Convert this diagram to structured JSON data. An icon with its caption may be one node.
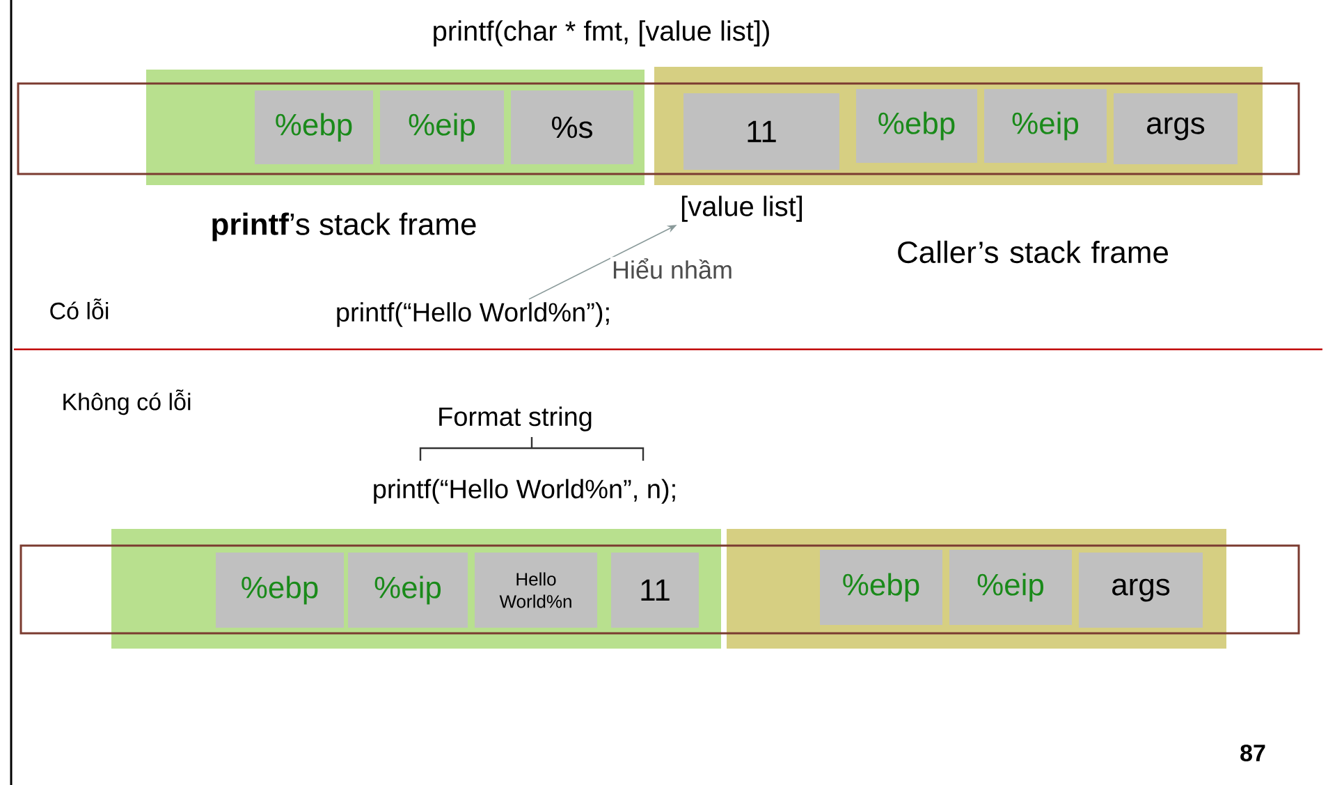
{
  "diagram": {
    "title": "printf(char * fmt, [value list])",
    "nodes": [
      {
        "text": [
          "%ebp"
        ]
      },
      {
        "text": [
          "%eip"
        ]
      },
      {
        "text": [
          "%s"
        ]
      },
      {
        "text": [
          "11"
        ]
      },
      {
        "text": [
          "%ebp"
        ]
      },
      {
        "text": [
          "%eip"
        ]
      },
      {
        "text": [
          "args"
        ]
      },
      {
        "text": [
          "[value list]"
        ]
      },
      {
        "text": [
          "printf(“Hello World%n”);"
        ]
      },
      {
        "text": [
          "%ebp"
        ]
      },
      {
        "text": [
          "%eip"
        ]
      },
      {
        "text": [
          "Hello World%n"
        ]
      },
      {
        "text": [
          "11"
        ]
      },
      {
        "text": [
          "%ebp"
        ]
      },
      {
        "text": [
          "%eip"
        ]
      },
      {
        "text": [
          "args"
        ]
      }
    ],
    "edges": [
      {
        "from": 8,
        "to": 7,
        "arrow": "to",
        "label": "Hiểu nhầm"
      }
    ],
    "labels": [
      "**printf**’s stack frame",
      "Caller’s stack frame",
      "Có lỗi",
      "Không có lỗi",
      "Format string",
      "printf(“Hello World%n”, n);",
      "87"
    ]
  }
}
